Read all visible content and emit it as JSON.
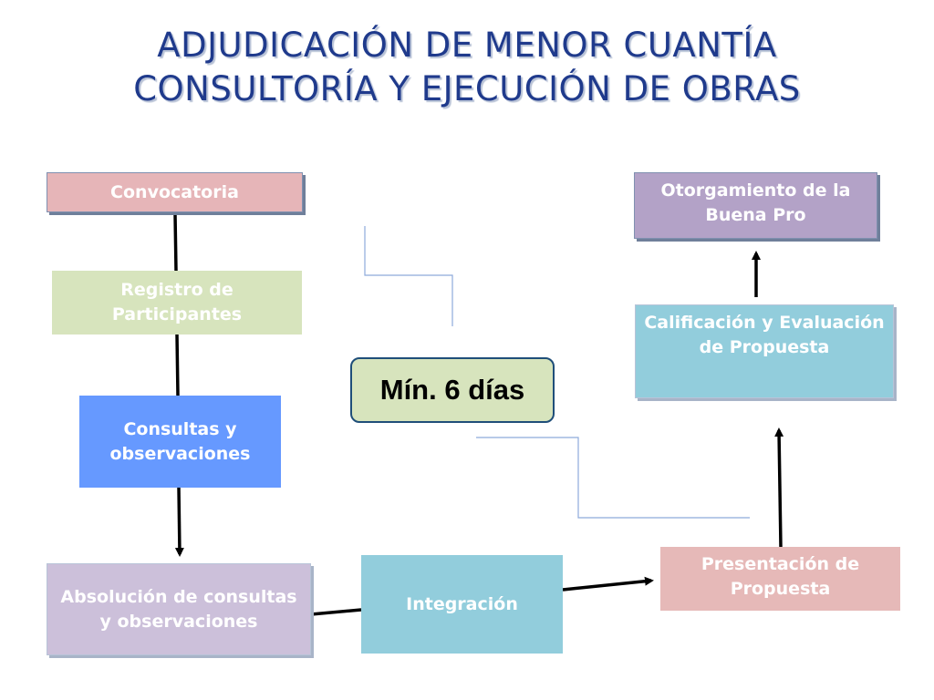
{
  "title": {
    "line1": "ADJUDICACIÓN DE MENOR CUANTÍA",
    "line2": "CONSULTORÍA Y EJECUCIÓN DE OBRAS"
  },
  "steps": {
    "convocatoria": "Convocatoria",
    "registro": "Registro de Participantes",
    "consultas": "Consultas y observaciones",
    "absolucion": "Absolución de consultas y observaciones",
    "integracion": "Integración",
    "presentacion": "Presentación de Propuesta",
    "calificacion": "Calificación y Evaluación de Propuesta",
    "otorgamiento": "Otorgamiento de la Buena Pro"
  },
  "note": {
    "label": "Mín. 6 días"
  },
  "colors": {
    "title": "#1f3a8c",
    "convocatoria": "#e6b5b8",
    "registro": "#d7e4bd",
    "consultas": "#6699ff",
    "absolucion": "#ccc0da",
    "integracion": "#92cddc",
    "presentacion": "#e6b9b8",
    "calificacion": "#92cddc",
    "otorgamiento": "#b3a2c7",
    "connector": "#000000",
    "bracket": "#8eaadb"
  }
}
